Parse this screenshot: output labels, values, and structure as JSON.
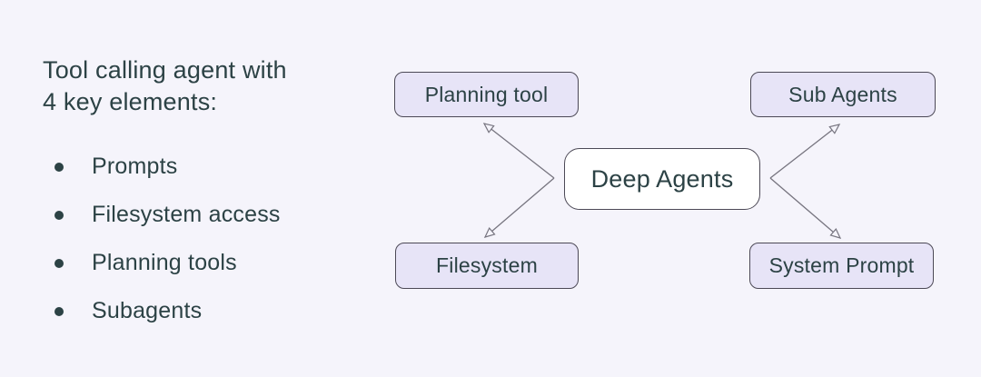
{
  "intro": {
    "heading_line1": "Tool calling agent with",
    "heading_line2": "4 key elements:",
    "bullets": [
      "Prompts",
      "Filesystem access",
      "Planning tools",
      "Subagents"
    ]
  },
  "diagram": {
    "center": {
      "label": "Deep Agents"
    },
    "nodes": [
      {
        "id": "planning-tool",
        "label": "Planning tool",
        "position": "top-left"
      },
      {
        "id": "sub-agents",
        "label": "Sub Agents",
        "position": "top-right"
      },
      {
        "id": "filesystem",
        "label": "Filesystem",
        "position": "bottom-left"
      },
      {
        "id": "system-prompt",
        "label": "System Prompt",
        "position": "bottom-right"
      }
    ],
    "edges": [
      {
        "from": "Deep Agents",
        "to": "Planning tool",
        "arrowhead": "open"
      },
      {
        "from": "Deep Agents",
        "to": "Filesystem",
        "arrowhead": "open"
      },
      {
        "from": "Deep Agents",
        "to": "Sub Agents",
        "arrowhead": "open"
      },
      {
        "from": "Deep Agents",
        "to": "System Prompt",
        "arrowhead": "open"
      }
    ]
  },
  "colors": {
    "background": "#f5f4fb",
    "node_fill": "#e7e4f7",
    "node_border": "#4c4956",
    "center_fill": "#ffffff",
    "text": "#2c4245",
    "arrow": "#76747f"
  }
}
